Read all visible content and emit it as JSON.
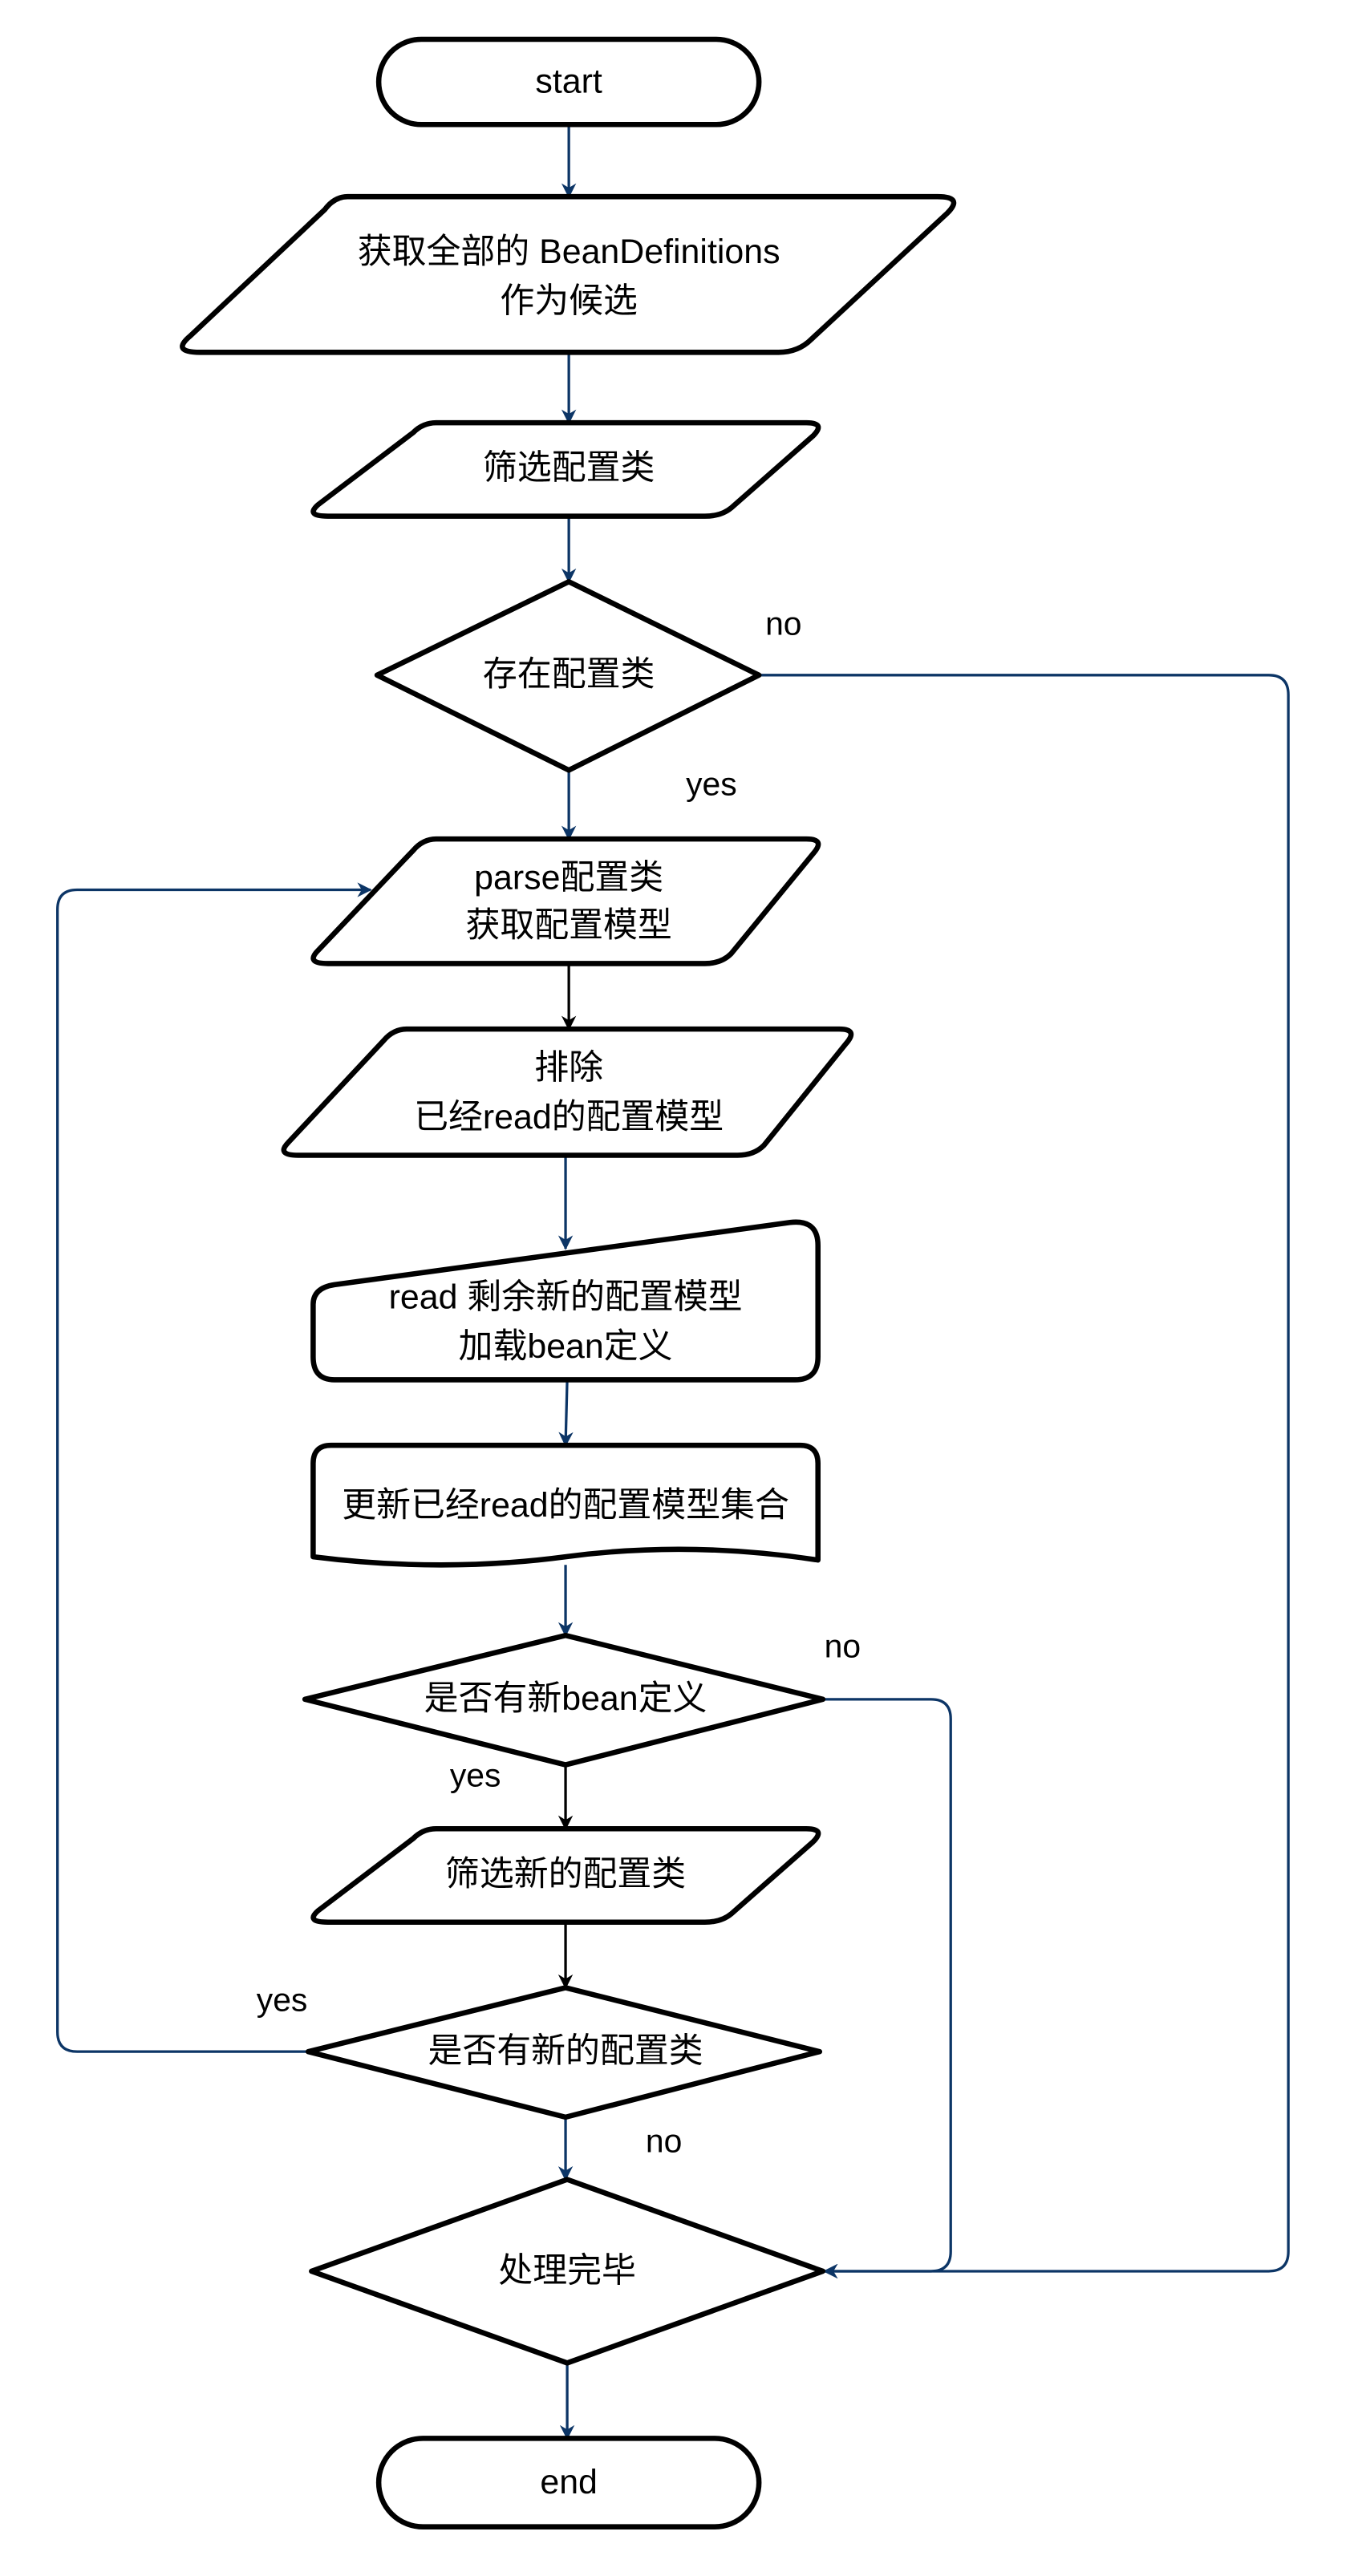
{
  "colors": {
    "edge": "#0c3566",
    "edge_alt": "#000000",
    "stroke": "#000000"
  },
  "nodes": {
    "start": "start",
    "get_all": [
      "获取全部的 BeanDefinitions",
      "作为候选"
    ],
    "filter_config": "筛选配置类",
    "has_config": "存在配置类",
    "parse": [
      "parse配置类",
      "获取配置模型"
    ],
    "exclude": [
      "排除",
      "已经read的配置模型"
    ],
    "read_load": [
      "read 剩余新的配置模型",
      "加载bean定义"
    ],
    "update": "更新已经read的配置模型集合",
    "has_new_bean": "是否有新bean定义",
    "filter_new": "筛选新的配置类",
    "has_new_config": "是否有新的配置类",
    "done": "处理完毕",
    "end": "end"
  },
  "edge_labels": {
    "has_config_no": "no",
    "has_config_yes": "yes",
    "has_new_bean_no": "no",
    "has_new_bean_yes": "yes",
    "has_new_config_yes": "yes",
    "has_new_config_no": "no"
  }
}
